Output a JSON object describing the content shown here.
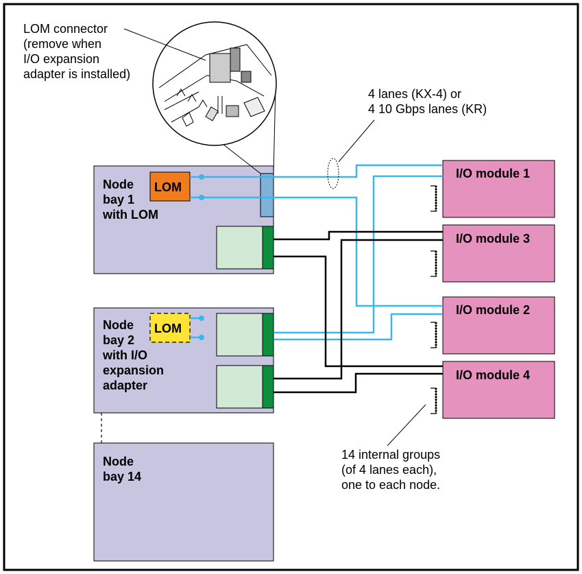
{
  "annotations": {
    "lom_connector": "LOM connector\n(remove when\nI/O expansion\nadapter is installed)",
    "lanes": "4 lanes (KX-4) or\n4 10 Gbps lanes (KR)",
    "internal_groups": "14 internal groups\n(of 4 lanes each),\none to each node."
  },
  "node_bays": [
    {
      "label": "Node\nbay 1\nwith LOM"
    },
    {
      "label": "Node\nbay 2\nwith I/O\nexpansion\nadapter"
    },
    {
      "label": "Node\nbay 14"
    }
  ],
  "lom_chips": [
    {
      "label": "LOM",
      "color": "#f07c1e",
      "style": "solid"
    },
    {
      "label": "LOM",
      "color": "#ffe335",
      "style": "dashed"
    }
  ],
  "io_modules": [
    {
      "label": "I/O module 1"
    },
    {
      "label": "I/O module 3"
    },
    {
      "label": "I/O module 2"
    },
    {
      "label": "I/O module 4"
    }
  ],
  "colors": {
    "node_fill": "#c8c5e1",
    "io_fill": "#e592bf",
    "adapter_fill": "#d2e9d6",
    "adapter_connector": "#0e8f3e",
    "lom_connector": "#7fb2d8",
    "lane_blue": "#3ab7ea",
    "lane_black": "#000000"
  }
}
